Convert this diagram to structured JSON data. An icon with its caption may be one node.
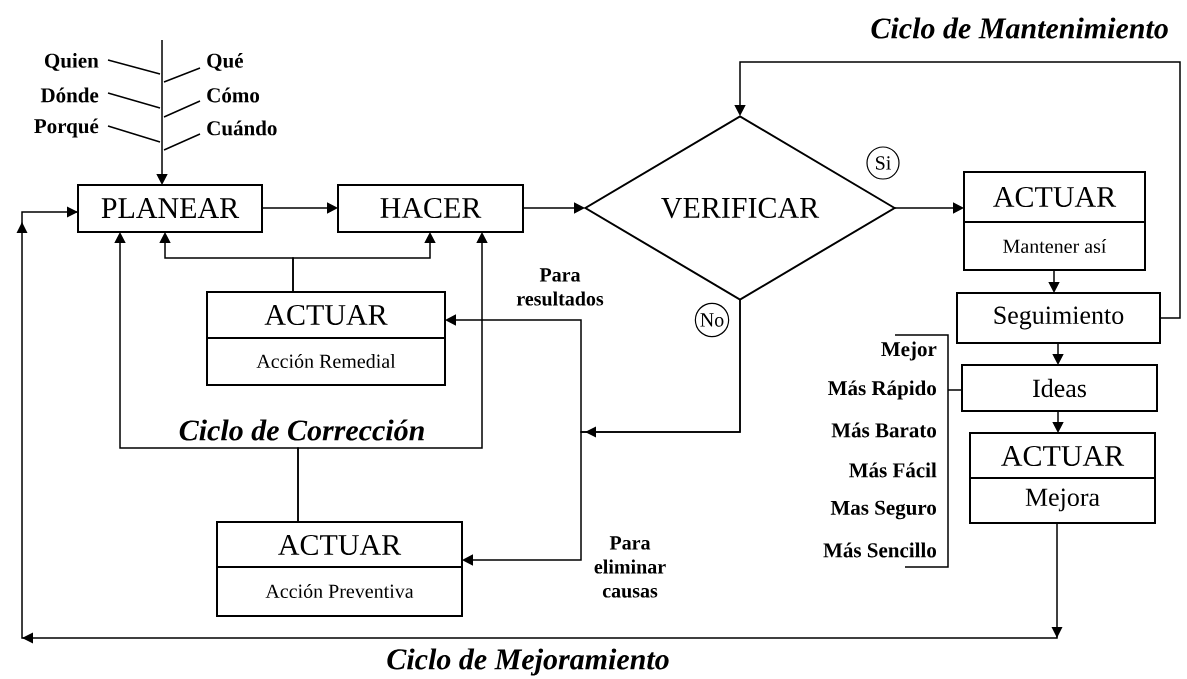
{
  "diagram": {
    "nodes": [
      {
        "text": [
          "PLANEAR"
        ]
      },
      {
        "text": [
          "HACER"
        ]
      },
      {
        "text": [
          "VERIFICAR"
        ]
      },
      {
        "text": [
          "ACTUAR",
          "Mantener así"
        ]
      },
      {
        "text": [
          "ACTUAR",
          "Acción Remedial"
        ]
      },
      {
        "text": [
          "ACTUAR",
          "Acción Preventiva"
        ]
      },
      {
        "text": [
          "Seguimiento"
        ]
      },
      {
        "text": [
          "Ideas"
        ]
      },
      {
        "text": [
          "ACTUAR",
          "Mejora"
        ]
      }
    ],
    "edges": [
      {
        "from": null,
        "to": 0,
        "arrow": "to"
      },
      {
        "from": 0,
        "to": 1,
        "arrow": "to"
      },
      {
        "from": 1,
        "to": 2,
        "arrow": "to"
      },
      {
        "from": 2,
        "to": 3,
        "arrow": "to",
        "label": "Si"
      },
      {
        "from": 3,
        "to": 6,
        "arrow": "to"
      },
      {
        "from": 6,
        "to": 7,
        "arrow": "to"
      },
      {
        "from": 7,
        "to": 8,
        "arrow": "to"
      },
      {
        "from": 6,
        "to": 2,
        "arrow": "to"
      },
      {
        "from": 8,
        "to": 0,
        "arrow": "to"
      },
      {
        "from": 2,
        "to": 4,
        "arrow": "to",
        "label": "Para resultados"
      },
      {
        "from": 2,
        "to": 5,
        "arrow": "to",
        "label": "Para eliminar causas"
      },
      {
        "from": 4,
        "to": 0,
        "arrow": "to"
      },
      {
        "from": 4,
        "to": 1,
        "arrow": "to"
      },
      {
        "from": 5,
        "to": 0,
        "arrow": "to"
      },
      {
        "from": 5,
        "to": 1,
        "arrow": "to"
      }
    ],
    "labels": [
      "Ciclo de Mantenimiento",
      "Quien",
      "Qué",
      "Dónde",
      "Cómo",
      "Porqué",
      "Cuándo",
      "No",
      "Mejor",
      "Más Rápido",
      "Ciclo de Corrección",
      "Más Barato",
      "Más Fácil",
      "Mas Seguro",
      "Más Sencillo",
      "Ciclo de Mejoramiento"
    ]
  }
}
